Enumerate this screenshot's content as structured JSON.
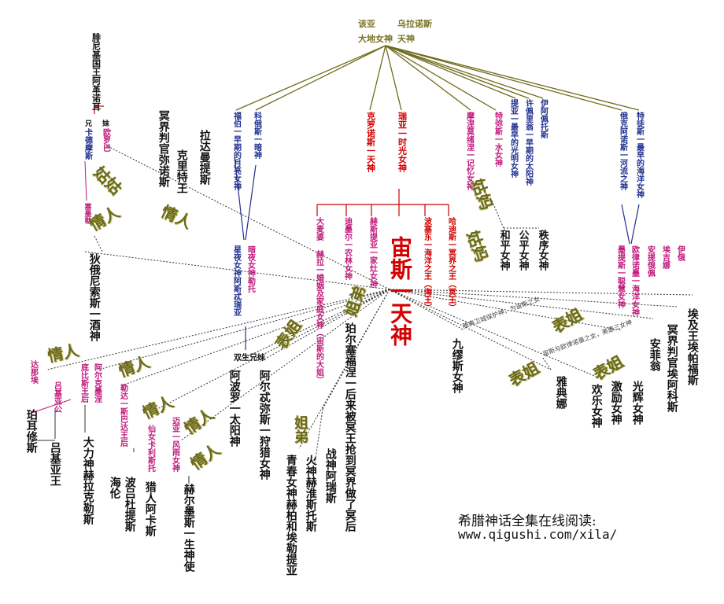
{
  "top": {
    "gaia": "该亚\n大地女神",
    "uranus": "乌拉诺斯\n天神"
  },
  "labels": {
    "phineus": "腓尼基国王阿革诺耳",
    "brother": "兄",
    "sister": "妹",
    "cadmus": "卡德摩斯",
    "europa": "欧罗巴",
    "sarpedon": "塞墨勒",
    "judge": "冥界判官弥诺斯",
    "cretan": "克里特王",
    "rhadamanthys": "拉达曼提斯",
    "phoebe": "福伯一早期的月亮女神",
    "coeus": "科俄斯一暗神",
    "cronus": "克罗诺斯一天神",
    "rhea": "瑞亚一时光女神",
    "mnemosyne": "摩涅莫绪涅一记忆女神",
    "themis": "特弥斯一水女神",
    "hyperion": "提亚一最早的光明女神",
    "helios": "许佩里翁一早期的太阳神",
    "iapetus": "伊阿佩托斯",
    "oceanus": "俄克阿诺斯一河流之神",
    "tethys": "特徒斯一最早的海洋女神",
    "leto": "暗夜女神勒托",
    "asteria": "星夜女神阿斯忒瑞亚",
    "twins": "双生兄妹",
    "demeter": "大麦婆",
    "hestia": "赫拉一婚姻及家庭女神（宙斯的大姐）",
    "demeter2": "迪墨尔一农林女神",
    "hestia2": "赫斯提亚一家灶女神",
    "zeus": "宙斯一天神",
    "poseidon": "波塞东一海洋之王（海王）",
    "hades": "哈迪斯一冥界之王（冥王）",
    "muses": "九缪斯女神",
    "persephone": "珀尔塞福涅一后来被冥王抢到冥界做了冥后",
    "peace": "和平女神",
    "justice": "公平女神",
    "order": "秩序女神",
    "metis": "墨提斯一聪慧女神",
    "eurynome": "欧律诺墨一海洋女神",
    "andromeda": "安提俄佩",
    "europa2": "埃吉娜",
    "io": "伊俄",
    "aeacus": "埃及王埃帕福斯",
    "minos2": "冥界判官埃阿科斯",
    "antiope": "安菲翁",
    "athena": "雅典娜",
    "charites1": "欢乐女神",
    "charites2": "激励女神",
    "charites3": "光辉女神",
    "dionysus": "狄俄尼索斯一酒神",
    "apollo": "阿波罗一太阳神",
    "artemis": "阿尔忒弥斯一狩猎女神",
    "ares": "战神阿瑞斯",
    "hephaestus": "火神赫淮斯托斯",
    "hebe": "青春女神赫柏和埃勒提亚",
    "danae": "达那埃",
    "perseus": "珀耳修斯",
    "alcmene": "阿尔克墨涅",
    "amphitryon": "底比斯王后",
    "heracles": "大力神赫拉克勒斯",
    "leda": "勒达一斯巴达王后",
    "helen": "海伦",
    "polydeuces": "波吕杜提斯",
    "callisto": "仙女卡利斯托",
    "arcas": "猎人阿卡斯",
    "maia": "迈亚一风雨女神",
    "hermes": "赫尔墨斯一生神使",
    "lycaon": "吕基亚公",
    "sarpedon2": "吕基亚王",
    "tiny1": "雅典卫城保护神，为宙斯之女",
    "tiny2": "宙斯与欧律诺墨之女，美惠三女神"
  },
  "relations": {
    "aunt1": "姑姑",
    "lover": "情人",
    "aunt2": "姑妈",
    "cousin": "表姐",
    "sister_brother": "姐弟"
  },
  "footer": {
    "line1": "希腊神话全集在线阅读:",
    "line2": "www.qigushi.com/xila/"
  }
}
